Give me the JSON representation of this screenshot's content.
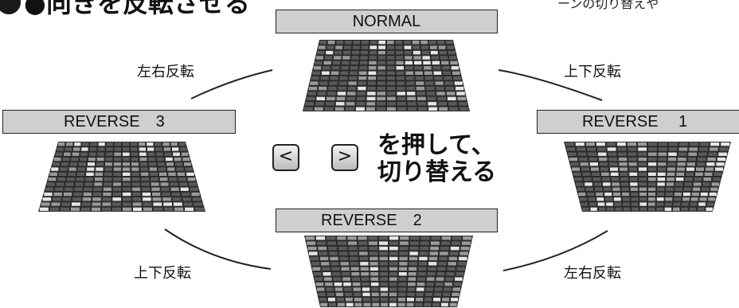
{
  "title": "●向きを反転させる",
  "top_note": "ーンの切り替えや",
  "modes": {
    "normal": "NORMAL",
    "reverse3": "REVERSE　3",
    "reverse1": "REVERSE　 1",
    "reverse2": "REVERSE　2"
  },
  "transitions": {
    "top_left": "左右反転",
    "top_right": "上下反転",
    "bottom_left": "上下反転",
    "bottom_right": "左右反転"
  },
  "keys": {
    "left": "<",
    "right": ">"
  },
  "instruction": {
    "line1": "を押して、",
    "line2": "切り替える"
  }
}
